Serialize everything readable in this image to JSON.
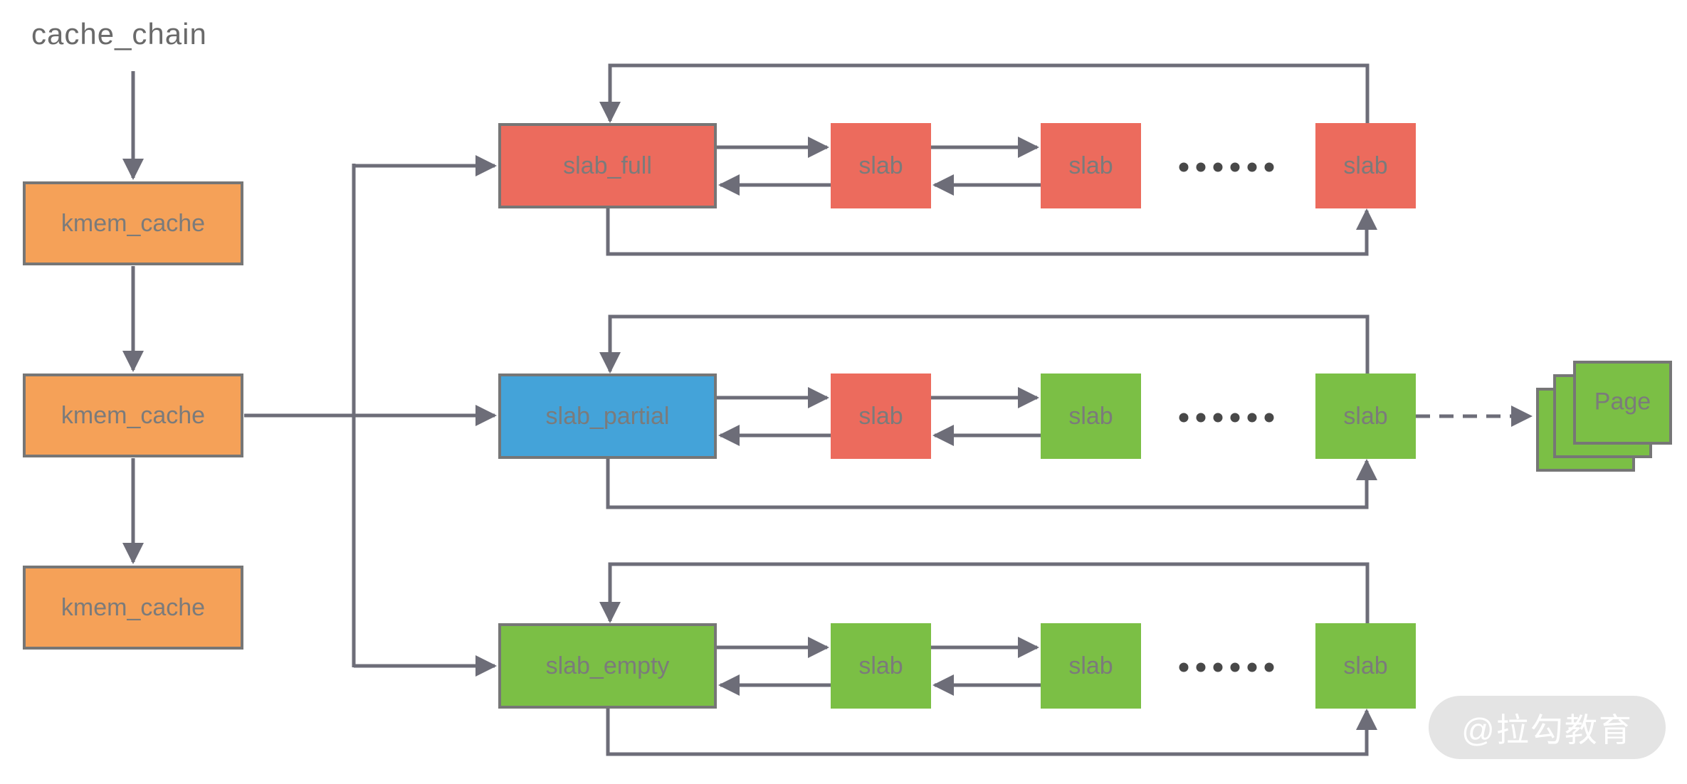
{
  "title": "cache_chain",
  "colors": {
    "orange": "#F5A158",
    "red": "#EC6B5D",
    "blue": "#44A3D9",
    "green": "#7BBF45",
    "line": "#6D6D78",
    "border": "#767676",
    "label": "#7B7B7B",
    "title": "#6A6A6A",
    "dots": "#484848",
    "wm_bg": "#E4E4E4",
    "wm_text": "#FFFFFF"
  },
  "left_chain": {
    "nodes": [
      {
        "label": "kmem_cache",
        "color": "orange"
      },
      {
        "label": "kmem_cache",
        "color": "orange"
      },
      {
        "label": "kmem_cache",
        "color": "orange"
      }
    ]
  },
  "rows": [
    {
      "head": {
        "label": "slab_full",
        "color": "red"
      },
      "slabs": [
        {
          "label": "slab",
          "color": "red"
        },
        {
          "label": "slab",
          "color": "red"
        },
        {
          "label": "slab",
          "color": "red"
        }
      ],
      "ellipsis": "......"
    },
    {
      "head": {
        "label": "slab_partial",
        "color": "blue"
      },
      "slabs": [
        {
          "label": "slab",
          "color": "red"
        },
        {
          "label": "slab",
          "color": "green"
        },
        {
          "label": "slab",
          "color": "green"
        }
      ],
      "ellipsis": "......"
    },
    {
      "head": {
        "label": "slab_empty",
        "color": "green"
      },
      "slabs": [
        {
          "label": "slab",
          "color": "green"
        },
        {
          "label": "slab",
          "color": "green"
        },
        {
          "label": "slab",
          "color": "green"
        }
      ],
      "ellipsis": "......"
    }
  ],
  "page_stack": {
    "label": "Page",
    "color": "green"
  },
  "watermark": {
    "label": "@拉勾教育"
  }
}
